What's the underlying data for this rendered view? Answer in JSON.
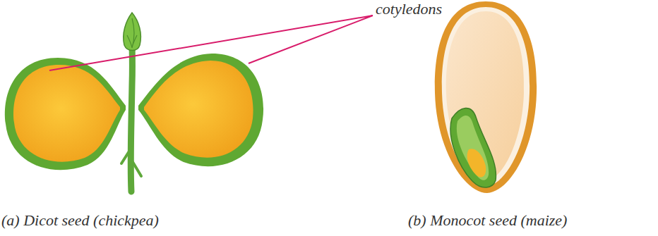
{
  "diagram": {
    "labels": [
      "cotyledons",
      "(a) Dicot seed (chickpea)",
      "(b) Monocot seed (maize)"
    ]
  }
}
